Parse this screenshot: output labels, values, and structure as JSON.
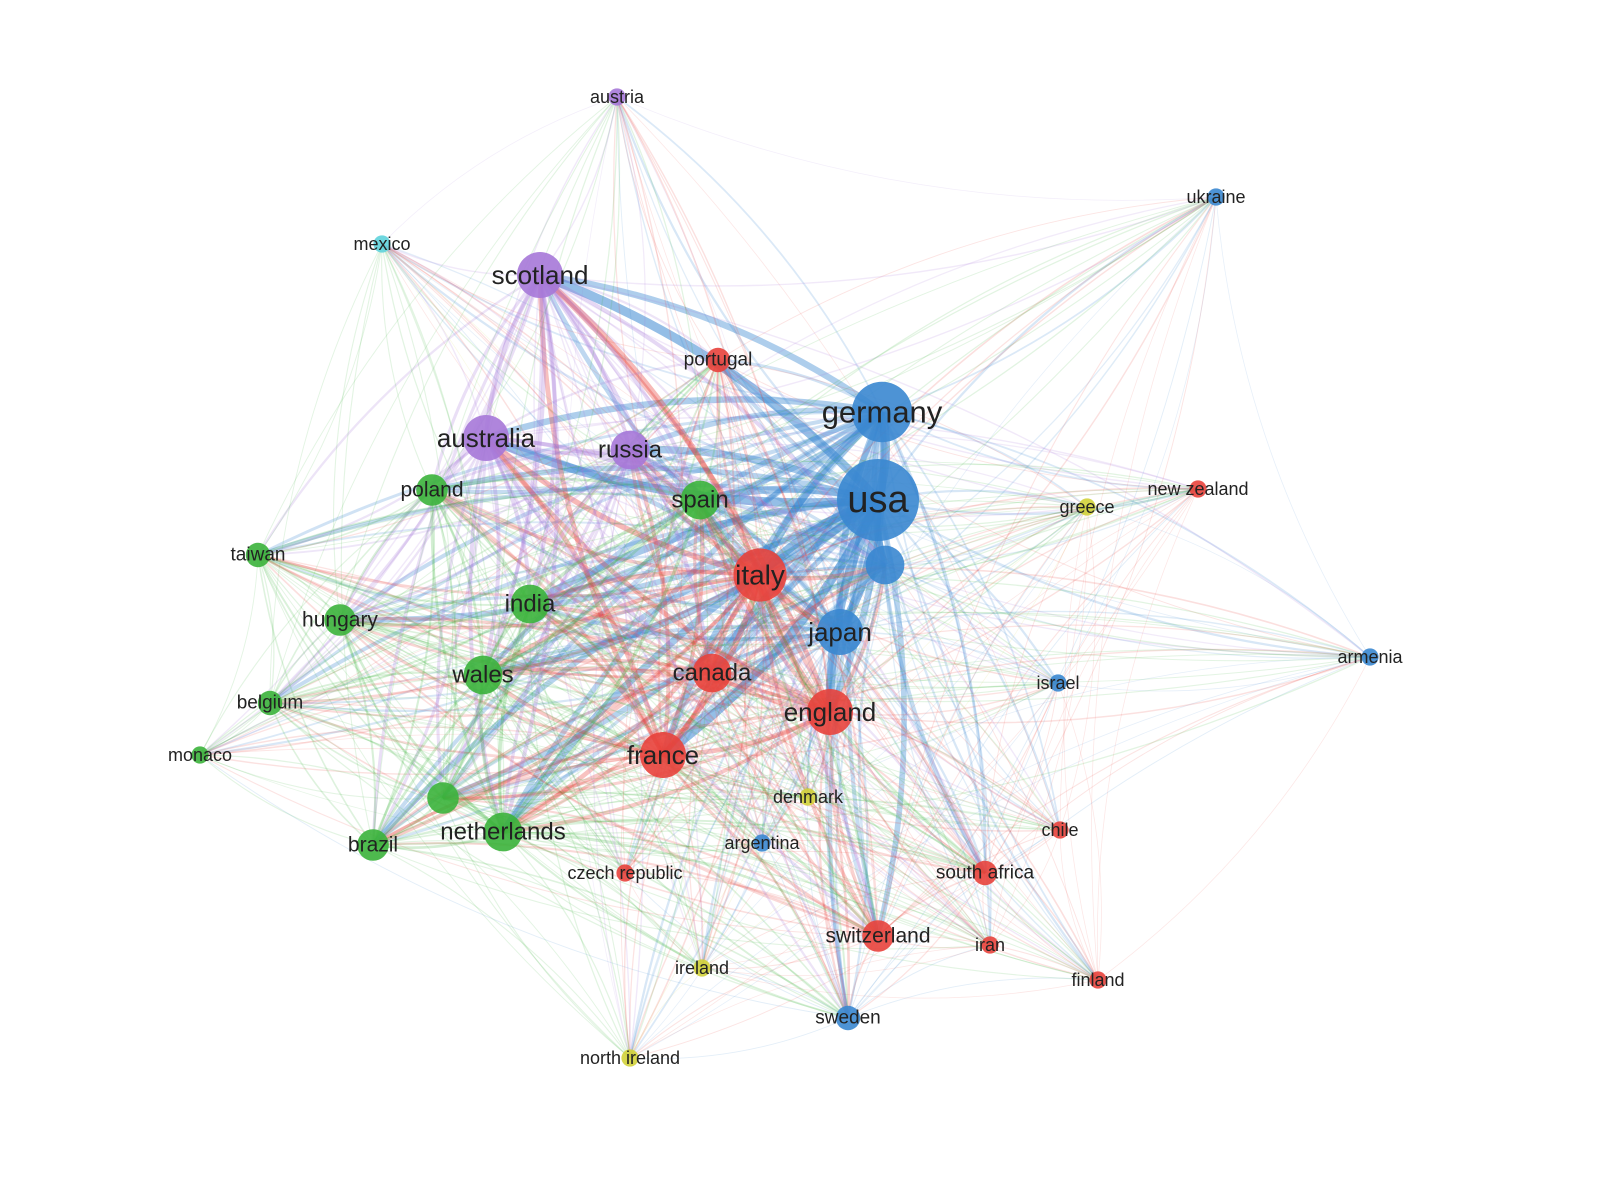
{
  "graph": {
    "clusters": {
      "red": "#e8423c",
      "green": "#3bb33b",
      "blue": "#3a87d0",
      "purple": "#a678d8",
      "yellow": "#d2d23a",
      "cyan": "#5fd3db"
    },
    "nodes": [
      {
        "id": "usa",
        "label": "usa",
        "cluster": "blue",
        "weight": 10
      },
      {
        "id": "germany",
        "label": "germany",
        "cluster": "blue",
        "weight": 7
      },
      {
        "id": "japan",
        "label": "japan",
        "cluster": "blue",
        "weight": 5
      },
      {
        "id": "blue_unlabeled",
        "label": "",
        "cluster": "blue",
        "weight": 4
      },
      {
        "id": "italy",
        "label": "italy",
        "cluster": "red",
        "weight": 6
      },
      {
        "id": "england",
        "label": "england",
        "cluster": "red",
        "weight": 5
      },
      {
        "id": "france",
        "label": "france",
        "cluster": "red",
        "weight": 5
      },
      {
        "id": "canada",
        "label": "canada",
        "cluster": "red",
        "weight": 4
      },
      {
        "id": "switzerland",
        "label": "switzerland",
        "cluster": "red",
        "weight": 3
      },
      {
        "id": "portugal",
        "label": "portugal",
        "cluster": "red",
        "weight": 2
      },
      {
        "id": "south_africa",
        "label": "south africa",
        "cluster": "red",
        "weight": 2
      },
      {
        "id": "new_zealand",
        "label": "new zealand",
        "cluster": "red",
        "weight": 1
      },
      {
        "id": "chile",
        "label": "chile",
        "cluster": "red",
        "weight": 1
      },
      {
        "id": "iran",
        "label": "iran",
        "cluster": "red",
        "weight": 1
      },
      {
        "id": "finland",
        "label": "finland",
        "cluster": "red",
        "weight": 1
      },
      {
        "id": "czech_republic",
        "label": "czech republic",
        "cluster": "red",
        "weight": 1
      },
      {
        "id": "scotland",
        "label": "scotland",
        "cluster": "purple",
        "weight": 5
      },
      {
        "id": "australia",
        "label": "australia",
        "cluster": "purple",
        "weight": 5
      },
      {
        "id": "russia",
        "label": "russia",
        "cluster": "purple",
        "weight": 4
      },
      {
        "id": "austria",
        "label": "austria",
        "cluster": "purple",
        "weight": 1
      },
      {
        "id": "spain",
        "label": "spain",
        "cluster": "green",
        "weight": 4
      },
      {
        "id": "poland",
        "label": "poland",
        "cluster": "green",
        "weight": 3
      },
      {
        "id": "india",
        "label": "india",
        "cluster": "green",
        "weight": 4
      },
      {
        "id": "wales",
        "label": "wales",
        "cluster": "green",
        "weight": 4
      },
      {
        "id": "hungary",
        "label": "hungary",
        "cluster": "green",
        "weight": 3
      },
      {
        "id": "taiwan",
        "label": "taiwan",
        "cluster": "green",
        "weight": 2
      },
      {
        "id": "belgium",
        "label": "belgium",
        "cluster": "green",
        "weight": 2
      },
      {
        "id": "monaco",
        "label": "monaco",
        "cluster": "green",
        "weight": 1
      },
      {
        "id": "brazil",
        "label": "brazil",
        "cluster": "green",
        "weight": 3
      },
      {
        "id": "netherlands",
        "label": "netherlands",
        "cluster": "green",
        "weight": 4
      },
      {
        "id": "green_unlabeled",
        "label": "",
        "cluster": "green",
        "weight": 3
      },
      {
        "id": "israel",
        "label": "israel",
        "cluster": "blue",
        "weight": 1
      },
      {
        "id": "argentina",
        "label": "argentina",
        "cluster": "blue",
        "weight": 1
      },
      {
        "id": "sweden",
        "label": "sweden",
        "cluster": "blue",
        "weight": 2
      },
      {
        "id": "ukraine",
        "label": "ukraine",
        "cluster": "blue",
        "weight": 1
      },
      {
        "id": "armenia",
        "label": "armenia",
        "cluster": "blue",
        "weight": 1
      },
      {
        "id": "denmark",
        "label": "denmark",
        "cluster": "yellow",
        "weight": 1
      },
      {
        "id": "greece",
        "label": "greece",
        "cluster": "yellow",
        "weight": 1
      },
      {
        "id": "ireland",
        "label": "ireland",
        "cluster": "yellow",
        "weight": 1
      },
      {
        "id": "north_ireland",
        "label": "north ireland",
        "cluster": "yellow",
        "weight": 1
      },
      {
        "id": "mexico",
        "label": "mexico",
        "cluster": "cyan",
        "weight": 1
      }
    ]
  }
}
